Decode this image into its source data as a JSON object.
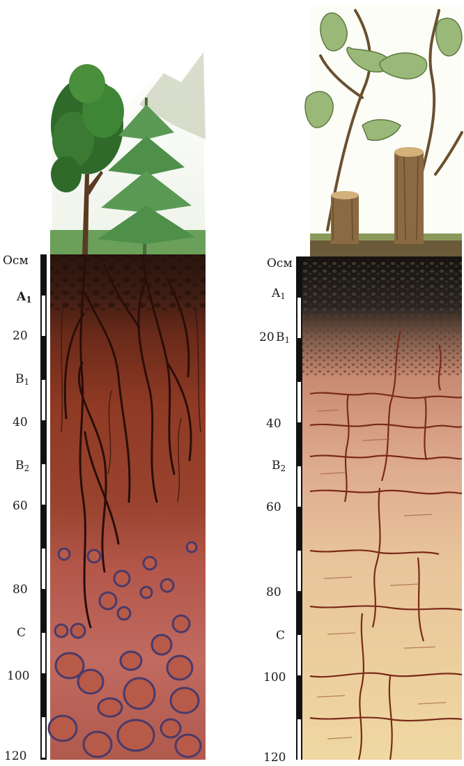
{
  "left_profile": {
    "labels": {
      "o": "Осм",
      "a1_main": "A",
      "a1_sub": "1",
      "d20": "20",
      "b1_main": "B",
      "b1_sub": "1",
      "d40": "40",
      "b2_main": "B",
      "b2_sub": "2",
      "d60": "60",
      "d80": "80",
      "c": "C",
      "d100": "100",
      "d120": "120"
    }
  },
  "right_profile": {
    "labels": {
      "o": "Осм",
      "a1_main": "A",
      "a1_sub": "1",
      "d20": "20",
      "b1_main": "B",
      "b1_sub": "1",
      "d40": "40",
      "b2_main": "B",
      "b2_sub": "2",
      "d60": "60",
      "d80": "80",
      "c": "C",
      "d100": "100",
      "d120": "120"
    }
  },
  "colors": {
    "left_topsoil": "#3a1c12",
    "left_subsoil": "#8a3a25",
    "left_parent": "#c0645a",
    "right_topsoil": "#1c1712",
    "right_subsoil": "#d49a82",
    "right_parent": "#ecd49a",
    "vegetation": "#3f7a33"
  }
}
